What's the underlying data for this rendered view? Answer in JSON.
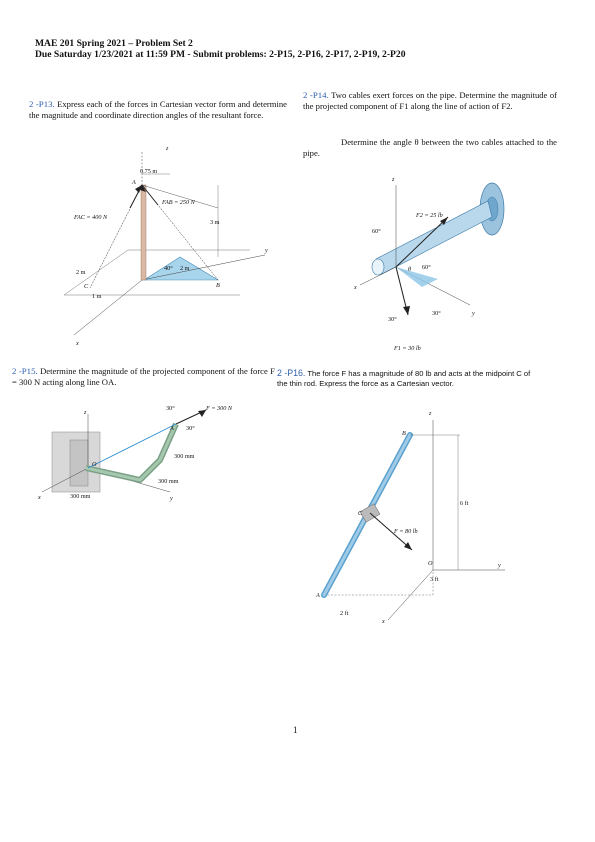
{
  "header": {
    "title": "MAE 201 Spring 2021 – Problem Set 2",
    "subtitle": "Due Saturday 1/23/2021 at 11:59 PM - Submit problems: 2-P15, 2-P16, 2-P17, 2-P19, 2-P20"
  },
  "p13": {
    "number": "2 -P13.",
    "text": "Express each of the forces in Cartesian vector form and determine the magnitude and coordinate direction angles of the resultant force.",
    "fig": {
      "z": "z",
      "y": "y",
      "x": "x",
      "dim075": "0.75 m",
      "A": "A",
      "FAB": "FAB = 250 N",
      "FAC": "FAC = 400 N",
      "d3m": "3 m",
      "ang40": "40°",
      "d2m_a": "2 m",
      "d2m_b": "2 m",
      "B": "B",
      "C": "C",
      "d1m": "1 m"
    }
  },
  "p14": {
    "number": "2 -P14.",
    "text1": "Two cables exert forces on the pipe. Determine the magnitude of the projected component of F1 along the line of action of F2.",
    "text2": "Determine the angle θ between the two cables attached to the pipe.",
    "fig": {
      "z": "z",
      "y": "y",
      "x": "x",
      "F2": "F2 = 25 lb",
      "a60a": "60°",
      "a60b": "60°",
      "theta": "θ",
      "a30a": "30°",
      "a30b": "30°",
      "F1": "F1 = 30 lb"
    }
  },
  "p15": {
    "number": "2 -P15.",
    "text": "Determine the magnitude of the projected component of the force F = 300 N acting along line OA.",
    "fig": {
      "z": "z",
      "y": "y",
      "x": "x",
      "a30a": "30°",
      "F": "F = 300 N",
      "a30b": "30°",
      "A": "A",
      "O": "O",
      "d300a": "300 mm",
      "d300b": "300 mm",
      "d300c": "300 mm"
    }
  },
  "p16": {
    "number": "2 -P16.",
    "text": "The force F has a magnitude of 80 lb and acts at the midpoint C of the thin rod. Express the force as a Cartesian vector.",
    "fig": {
      "z": "z",
      "B": "B",
      "C": "C",
      "F": "F = 80 lb",
      "d6ft": "6 ft",
      "O": "O",
      "d3ft": "3 ft",
      "y": "y",
      "A": "A",
      "d2ft": "2 ft",
      "x": "x"
    }
  },
  "footer": {
    "page": "1"
  }
}
